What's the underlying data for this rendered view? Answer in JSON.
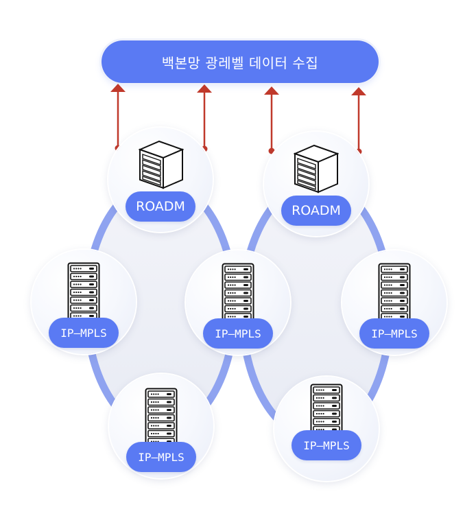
{
  "header": {
    "title": "백본망 광레벨 데이터 수집",
    "color": "#5a7af3"
  },
  "colors": {
    "accent": "#5a7af3",
    "ring": "#8fa3f0",
    "arrow": "#c0392b",
    "ring_fill": "#eceef6"
  },
  "rings": [
    {
      "name": "left-ring",
      "nodes": [
        "roadm-left",
        "ip-left-west",
        "ip-center",
        "ip-left-south"
      ]
    },
    {
      "name": "right-ring",
      "nodes": [
        "roadm-right",
        "ip-center",
        "ip-right-east",
        "ip-right-south"
      ]
    }
  ],
  "nodes": [
    {
      "id": "roadm-left",
      "type": "roadm",
      "label": "ROADM",
      "icon": "server-cube-icon"
    },
    {
      "id": "roadm-right",
      "type": "roadm",
      "label": "ROADM",
      "icon": "server-cube-icon"
    },
    {
      "id": "ip-left-west",
      "type": "ip",
      "label": "IP—MPLS",
      "icon": "server-rack-icon"
    },
    {
      "id": "ip-center",
      "type": "ip",
      "label": "IP—MPLS",
      "icon": "server-rack-icon"
    },
    {
      "id": "ip-right-east",
      "type": "ip",
      "label": "IP—MPLS",
      "icon": "server-rack-icon"
    },
    {
      "id": "ip-left-south",
      "type": "ip",
      "label": "IP—MPLS",
      "icon": "server-rack-icon"
    },
    {
      "id": "ip-right-south",
      "type": "ip",
      "label": "IP—MPLS",
      "icon": "server-rack-icon"
    }
  ],
  "arrows": [
    {
      "from": "roadm-left",
      "to": "header",
      "icon": "arrow-up-icon"
    },
    {
      "from": "roadm-left",
      "to": "header",
      "icon": "arrow-up-icon"
    },
    {
      "from": "roadm-right",
      "to": "header",
      "icon": "arrow-up-icon"
    },
    {
      "from": "roadm-right",
      "to": "header",
      "icon": "arrow-up-icon"
    }
  ]
}
